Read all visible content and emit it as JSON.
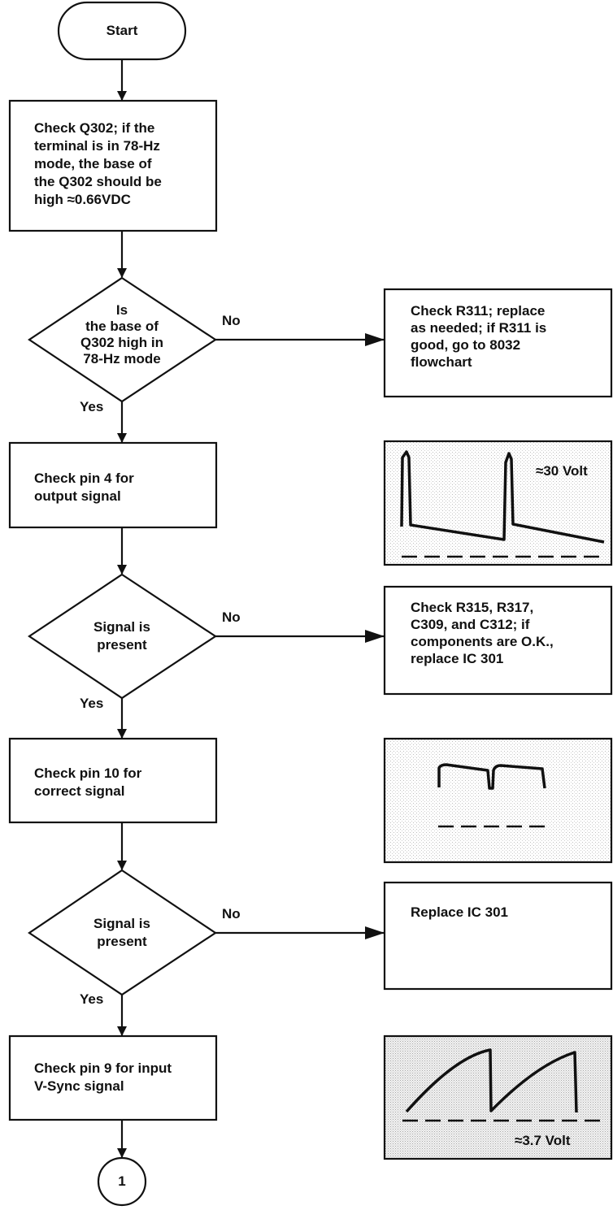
{
  "start": {
    "label": "Start"
  },
  "step1": {
    "lines": [
      "Check Q302; if the",
      "terminal is in 78-Hz",
      "mode, the base of",
      "the Q302 should be",
      "high ≈0.66VDC"
    ]
  },
  "decision1": {
    "lines": [
      "Is",
      "the base of",
      "Q302 high in",
      "78-Hz mode"
    ],
    "no": "No",
    "yes": "Yes"
  },
  "action1": {
    "lines": [
      "Check R311; replace",
      "as needed; if R311 is",
      "good, go to 8032",
      "flowchart"
    ]
  },
  "step2": {
    "lines": [
      "Check pin 4 for",
      "output signal"
    ]
  },
  "wave1": {
    "label": "≈30 Volt"
  },
  "decision2": {
    "lines": [
      "Signal is",
      "present"
    ],
    "no": "No",
    "yes": "Yes"
  },
  "action2": {
    "lines": [
      "Check R315, R317,",
      "C309, and C312; if",
      "components are O.K.,",
      "replace IC 301"
    ]
  },
  "step3": {
    "lines": [
      "Check pin 10 for",
      "correct signal"
    ]
  },
  "decision3": {
    "lines": [
      "Signal is",
      "present"
    ],
    "no": "No",
    "yes": "Yes"
  },
  "action3": {
    "lines": [
      "Replace IC 301"
    ]
  },
  "step4": {
    "lines": [
      "Check pin 9 for input",
      "V-Sync signal"
    ]
  },
  "wave3": {
    "label": "≈3.7 Volt"
  },
  "connector": {
    "label": "1"
  }
}
